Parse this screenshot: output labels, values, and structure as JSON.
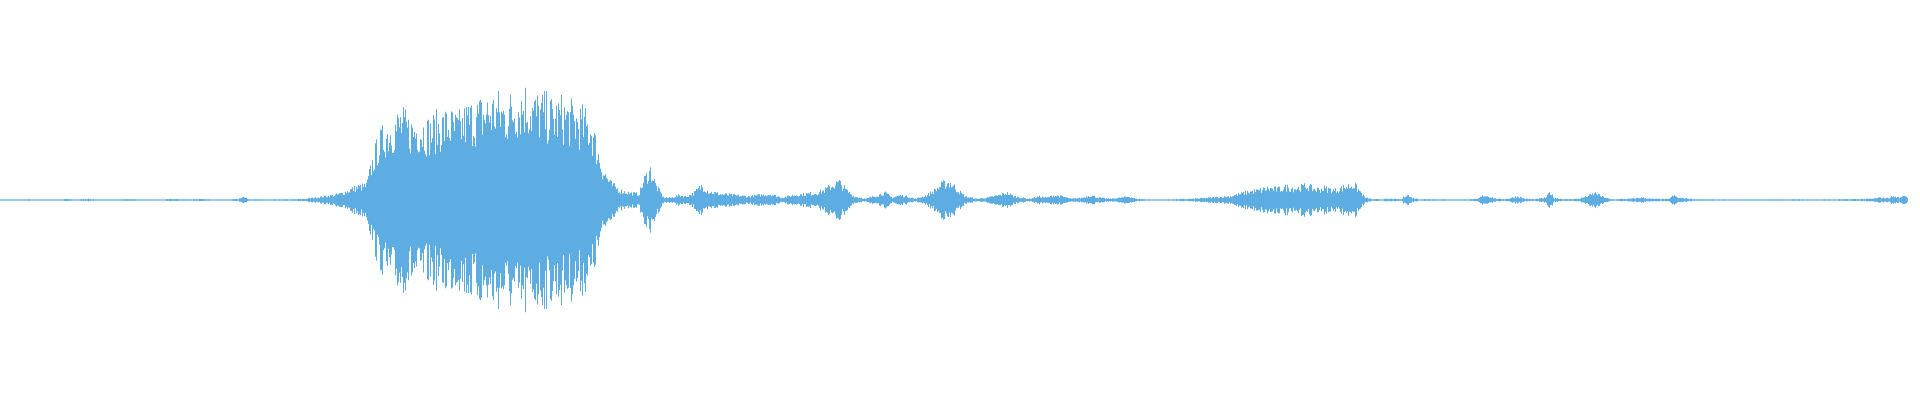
{
  "waveform": {
    "color": "#5DADE2",
    "background": "#FFFFFF",
    "samples": [
      [
        0.0,
        0.003
      ],
      [
        0.01,
        0.003
      ],
      [
        0.015,
        0.006
      ],
      [
        0.02,
        0.003
      ],
      [
        0.03,
        0.004
      ],
      [
        0.035,
        0.008
      ],
      [
        0.04,
        0.003
      ],
      [
        0.046,
        0.01
      ],
      [
        0.05,
        0.004
      ],
      [
        0.06,
        0.003
      ],
      [
        0.068,
        0.008
      ],
      [
        0.075,
        0.004
      ],
      [
        0.085,
        0.005
      ],
      [
        0.09,
        0.008
      ],
      [
        0.098,
        0.006
      ],
      [
        0.104,
        0.008
      ],
      [
        0.11,
        0.005
      ],
      [
        0.12,
        0.004
      ],
      [
        0.125,
        0.01
      ],
      [
        0.127,
        0.03
      ],
      [
        0.13,
        0.008
      ],
      [
        0.14,
        0.004
      ],
      [
        0.15,
        0.006
      ],
      [
        0.155,
        0.006
      ],
      [
        0.16,
        0.01
      ],
      [
        0.165,
        0.02
      ],
      [
        0.17,
        0.03
      ],
      [
        0.175,
        0.04
      ],
      [
        0.18,
        0.06
      ],
      [
        0.184,
        0.09
      ],
      [
        0.188,
        0.11
      ],
      [
        0.192,
        0.12
      ],
      [
        0.195,
        0.3
      ],
      [
        0.198,
        0.45
      ],
      [
        0.202,
        0.55
      ],
      [
        0.206,
        0.6
      ],
      [
        0.21,
        0.65
      ],
      [
        0.215,
        0.58
      ],
      [
        0.22,
        0.6
      ],
      [
        0.225,
        0.57
      ],
      [
        0.23,
        0.62
      ],
      [
        0.235,
        0.64
      ],
      [
        0.24,
        0.6
      ],
      [
        0.245,
        0.68
      ],
      [
        0.25,
        0.7
      ],
      [
        0.255,
        0.74
      ],
      [
        0.26,
        0.76
      ],
      [
        0.265,
        0.72
      ],
      [
        0.27,
        0.78
      ],
      [
        0.275,
        0.82
      ],
      [
        0.28,
        0.75
      ],
      [
        0.285,
        0.74
      ],
      [
        0.29,
        0.7
      ],
      [
        0.295,
        0.72
      ],
      [
        0.3,
        0.68
      ],
      [
        0.305,
        0.65
      ],
      [
        0.31,
        0.6
      ],
      [
        0.313,
        0.42
      ],
      [
        0.316,
        0.25
      ],
      [
        0.32,
        0.14
      ],
      [
        0.325,
        0.08
      ],
      [
        0.33,
        0.06
      ],
      [
        0.335,
        0.05
      ],
      [
        0.338,
        0.18
      ],
      [
        0.341,
        0.25
      ],
      [
        0.344,
        0.12
      ],
      [
        0.348,
        0.02
      ],
      [
        0.352,
        0.02
      ],
      [
        0.356,
        0.04
      ],
      [
        0.36,
        0.03
      ],
      [
        0.364,
        0.06
      ],
      [
        0.368,
        0.12
      ],
      [
        0.372,
        0.07
      ],
      [
        0.378,
        0.05
      ],
      [
        0.385,
        0.04
      ],
      [
        0.392,
        0.03
      ],
      [
        0.398,
        0.04
      ],
      [
        0.404,
        0.05
      ],
      [
        0.41,
        0.02
      ],
      [
        0.416,
        0.04
      ],
      [
        0.422,
        0.05
      ],
      [
        0.428,
        0.06
      ],
      [
        0.432,
        0.08
      ],
      [
        0.436,
        0.12
      ],
      [
        0.44,
        0.15
      ],
      [
        0.444,
        0.08
      ],
      [
        0.448,
        0.03
      ],
      [
        0.454,
        0.01
      ],
      [
        0.46,
        0.04
      ],
      [
        0.464,
        0.06
      ],
      [
        0.468,
        0.02
      ],
      [
        0.472,
        0.04
      ],
      [
        0.476,
        0.03
      ],
      [
        0.48,
        0.01
      ],
      [
        0.486,
        0.04
      ],
      [
        0.49,
        0.08
      ],
      [
        0.494,
        0.13
      ],
      [
        0.498,
        0.15
      ],
      [
        0.502,
        0.09
      ],
      [
        0.506,
        0.03
      ],
      [
        0.512,
        0.01
      ],
      [
        0.518,
        0.02
      ],
      [
        0.524,
        0.04
      ],
      [
        0.528,
        0.06
      ],
      [
        0.532,
        0.03
      ],
      [
        0.54,
        0.01
      ],
      [
        0.545,
        0.03
      ],
      [
        0.549,
        0.02
      ],
      [
        0.553,
        0.04
      ],
      [
        0.557,
        0.03
      ],
      [
        0.562,
        0.01
      ],
      [
        0.568,
        0.02
      ],
      [
        0.572,
        0.04
      ],
      [
        0.576,
        0.02
      ],
      [
        0.582,
        0.01
      ],
      [
        0.588,
        0.02
      ],
      [
        0.592,
        0.03
      ],
      [
        0.596,
        0.01
      ],
      [
        0.605,
        0.004
      ],
      [
        0.615,
        0.006
      ],
      [
        0.625,
        0.01
      ],
      [
        0.635,
        0.02
      ],
      [
        0.645,
        0.03
      ],
      [
        0.65,
        0.05
      ],
      [
        0.655,
        0.07
      ],
      [
        0.66,
        0.08
      ],
      [
        0.665,
        0.1
      ],
      [
        0.67,
        0.09
      ],
      [
        0.675,
        0.11
      ],
      [
        0.68,
        0.1
      ],
      [
        0.685,
        0.12
      ],
      [
        0.69,
        0.09
      ],
      [
        0.695,
        0.1
      ],
      [
        0.7,
        0.08
      ],
      [
        0.705,
        0.11
      ],
      [
        0.71,
        0.13
      ],
      [
        0.713,
        0.08
      ],
      [
        0.716,
        0.02
      ],
      [
        0.72,
        0.006
      ],
      [
        0.725,
        0.008
      ],
      [
        0.73,
        0.01
      ],
      [
        0.735,
        0.006
      ],
      [
        0.738,
        0.05
      ],
      [
        0.74,
        0.02
      ],
      [
        0.745,
        0.006
      ],
      [
        0.75,
        0.008
      ],
      [
        0.755,
        0.006
      ],
      [
        0.765,
        0.004
      ],
      [
        0.775,
        0.008
      ],
      [
        0.778,
        0.04
      ],
      [
        0.781,
        0.03
      ],
      [
        0.785,
        0.01
      ],
      [
        0.79,
        0.008
      ],
      [
        0.796,
        0.03
      ],
      [
        0.8,
        0.01
      ],
      [
        0.805,
        0.006
      ],
      [
        0.811,
        0.02
      ],
      [
        0.813,
        0.07
      ],
      [
        0.815,
        0.02
      ],
      [
        0.82,
        0.006
      ],
      [
        0.828,
        0.01
      ],
      [
        0.834,
        0.04
      ],
      [
        0.837,
        0.06
      ],
      [
        0.84,
        0.03
      ],
      [
        0.845,
        0.006
      ],
      [
        0.855,
        0.01
      ],
      [
        0.861,
        0.02
      ],
      [
        0.866,
        0.01
      ],
      [
        0.875,
        0.008
      ],
      [
        0.878,
        0.04
      ],
      [
        0.88,
        0.02
      ],
      [
        0.89,
        0.006
      ],
      [
        0.9,
        0.005
      ],
      [
        0.92,
        0.004
      ],
      [
        0.94,
        0.006
      ],
      [
        0.96,
        0.005
      ],
      [
        0.975,
        0.008
      ],
      [
        0.982,
        0.01
      ],
      [
        0.986,
        0.02
      ],
      [
        0.99,
        0.015
      ],
      [
        0.993,
        0.03
      ],
      [
        0.996,
        0.02
      ],
      [
        1.0,
        0.004
      ]
    ]
  }
}
